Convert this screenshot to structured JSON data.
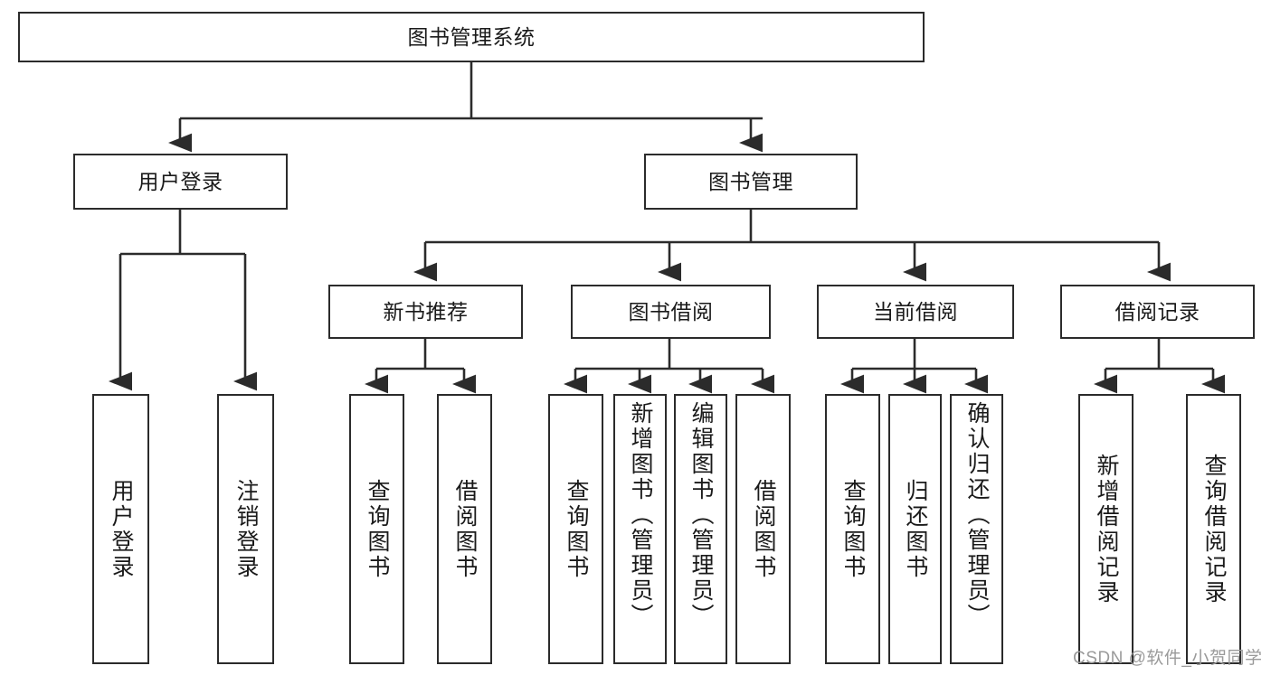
{
  "diagram": {
    "type": "tree",
    "title": "图书管理系统",
    "root": {
      "id": "root",
      "label": "图书管理系统"
    },
    "level2": [
      {
        "id": "user-login",
        "label": "用户登录"
      },
      {
        "id": "book-manage",
        "label": "图书管理"
      }
    ],
    "level3": [
      {
        "id": "new-book-rec",
        "label": "新书推荐",
        "parent": "book-manage"
      },
      {
        "id": "book-borrow",
        "label": "图书借阅",
        "parent": "book-manage"
      },
      {
        "id": "current-borrow",
        "label": "当前借阅",
        "parent": "book-manage"
      },
      {
        "id": "borrow-record",
        "label": "借阅记录",
        "parent": "book-manage"
      }
    ],
    "leaves": [
      {
        "id": "leaf-user-login",
        "label": "用户登录",
        "parent": "user-login"
      },
      {
        "id": "leaf-user-logout",
        "label": "注销登录",
        "parent": "user-login"
      },
      {
        "id": "leaf-query-book-1",
        "label": "查询图书",
        "parent": "new-book-rec"
      },
      {
        "id": "leaf-borrow-book-1",
        "label": "借阅图书",
        "parent": "new-book-rec"
      },
      {
        "id": "leaf-query-book-2",
        "label": "查询图书",
        "parent": "book-borrow"
      },
      {
        "id": "leaf-add-book",
        "label": "新增图书（管理员）",
        "parent": "book-borrow"
      },
      {
        "id": "leaf-edit-book",
        "label": "编辑图书（管理员）",
        "parent": "book-borrow"
      },
      {
        "id": "leaf-borrow-book-2",
        "label": "借阅图书",
        "parent": "book-borrow"
      },
      {
        "id": "leaf-query-book-3",
        "label": "查询图书",
        "parent": "current-borrow"
      },
      {
        "id": "leaf-return-book",
        "label": "归还图书",
        "parent": "current-borrow"
      },
      {
        "id": "leaf-confirm-return",
        "label": "确认归还（管理员）",
        "parent": "current-borrow"
      },
      {
        "id": "leaf-add-record",
        "label": "新增借阅记录",
        "parent": "borrow-record"
      },
      {
        "id": "leaf-query-record",
        "label": "查询借阅记录",
        "parent": "borrow-record"
      }
    ]
  },
  "watermark": {
    "text": "CSDN @软件_小贺同学"
  },
  "colors": {
    "stroke": "#2b2b2b",
    "fill": "#ffffff",
    "text": "#1a1a1a",
    "watermark": "#9a9a9a"
  }
}
